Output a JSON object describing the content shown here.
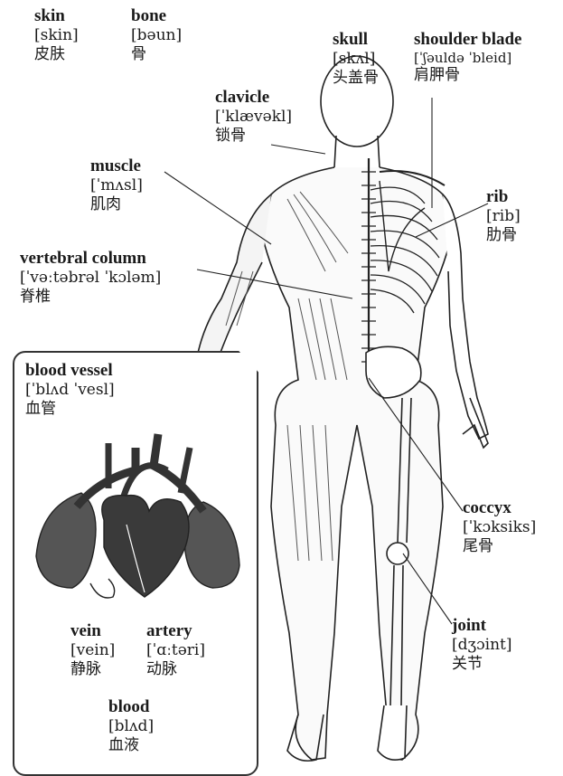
{
  "labels": {
    "skin": {
      "en": "skin",
      "ipa": "[skin]",
      "zh": "皮肤"
    },
    "bone": {
      "en": "bone",
      "ipa": "[bəun]",
      "zh": "骨"
    },
    "skull": {
      "en": "skull",
      "ipa": "[skʌl]",
      "zh": "头盖骨"
    },
    "shoulder_blade": {
      "en": "shoulder blade",
      "ipa": "[ˈʃəuldə ˈbleid]",
      "zh": "肩胛骨"
    },
    "clavicle": {
      "en": "clavicle",
      "ipa": "[ˈklævəkl]",
      "zh": "锁骨"
    },
    "muscle": {
      "en": "muscle",
      "ipa": "[ˈmʌsl]",
      "zh": "肌肉"
    },
    "rib": {
      "en": "rib",
      "ipa": "[rib]",
      "zh": "肋骨"
    },
    "vertebral_column": {
      "en": "vertebral column",
      "ipa": "[ˈvəːtəbrəl ˈkɔləm]",
      "zh": "脊椎"
    },
    "blood_vessel": {
      "en": "blood vessel",
      "ipa": "[ˈblʌd ˈvesl]",
      "zh": "血管"
    },
    "vein": {
      "en": "vein",
      "ipa": "[vein]",
      "zh": "静脉"
    },
    "artery": {
      "en": "artery",
      "ipa": "[ˈɑːtəri]",
      "zh": "动脉"
    },
    "blood": {
      "en": "blood",
      "ipa": "[blʌd]",
      "zh": "血液"
    },
    "coccyx": {
      "en": "coccyx",
      "ipa": "[ˈkɔksiks]",
      "zh": "尾骨"
    },
    "joint": {
      "en": "joint",
      "ipa": "[dʒɔint]",
      "zh": "关节"
    }
  }
}
